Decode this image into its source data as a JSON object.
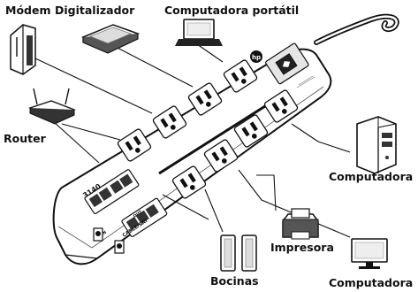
{
  "labels": {
    "modem": "Módem",
    "scanner": "Digitalizador",
    "laptop": "Computadora portátil",
    "router": "Router",
    "computer": "Computadora",
    "printer": "Impresora",
    "speakers": "Bocinas",
    "monitor": "Computadora"
  },
  "strip": {
    "model": "3140",
    "coax_label": "CABLE/SAT",
    "coax_in": "IN",
    "coax_out": "OUT"
  },
  "colors": {
    "ink": "#111111",
    "body": "#ffffff",
    "panel": "#e6e6e6",
    "port": "#333333"
  }
}
